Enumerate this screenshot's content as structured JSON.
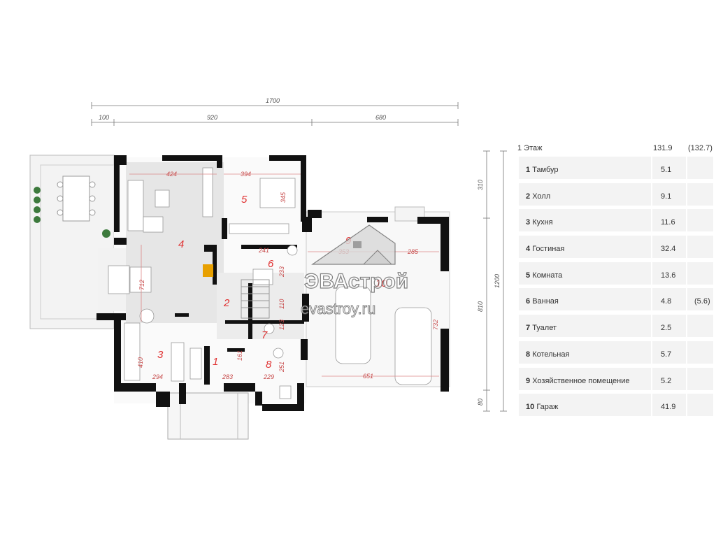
{
  "dimensions": {
    "total_width": "1700",
    "seg_1": "100",
    "seg_2": "920",
    "seg_3": "680",
    "right_1": "310",
    "right_2": "810",
    "right_3": "80",
    "right_total": "1200"
  },
  "rooms": {
    "r1": "1",
    "r2": "2",
    "r3": "3",
    "r4": "4",
    "r5": "5",
    "r6": "6",
    "r7": "7",
    "r8": "8",
    "r9": "9",
    "r10": "10"
  },
  "room_dims": {
    "d424": "424",
    "d394": "394",
    "d345": "345",
    "d241": "241",
    "d233": "233",
    "d353": "353",
    "d285": "285",
    "d712": "712",
    "d110": "110",
    "d123": "123",
    "d732": "732",
    "d161": "161",
    "d410": "410",
    "d294": "294",
    "d283": "283",
    "d229": "229",
    "d251": "251",
    "d651": "651"
  },
  "watermark": {
    "brand": "ЭВАстрой",
    "url": "evastroy.ru"
  },
  "table": {
    "title": "1 Этаж",
    "total": "131.9",
    "total_alt": "(132.7)",
    "rows": [
      {
        "n": "1",
        "name": "Тамбур",
        "area": "5.1",
        "alt": ""
      },
      {
        "n": "2",
        "name": "Холл",
        "area": "9.1",
        "alt": ""
      },
      {
        "n": "3",
        "name": "Кухня",
        "area": "11.6",
        "alt": ""
      },
      {
        "n": "4",
        "name": "Гостиная",
        "area": "32.4",
        "alt": ""
      },
      {
        "n": "5",
        "name": "Комната",
        "area": "13.6",
        "alt": ""
      },
      {
        "n": "6",
        "name": "Ванная",
        "area": "4.8",
        "alt": "(5.6)"
      },
      {
        "n": "7",
        "name": "Туалет",
        "area": "2.5",
        "alt": ""
      },
      {
        "n": "8",
        "name": "Котельная",
        "area": "5.7",
        "alt": ""
      },
      {
        "n": "9",
        "name": "Хозяйственное помещение",
        "area": "5.2",
        "alt": ""
      },
      {
        "n": "10",
        "name": "Гараж",
        "area": "41.9",
        "alt": ""
      }
    ]
  }
}
